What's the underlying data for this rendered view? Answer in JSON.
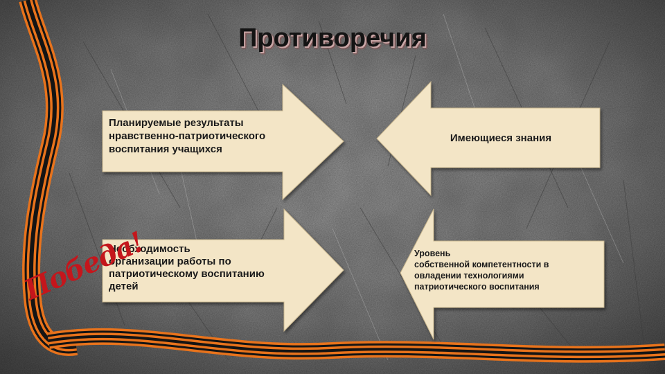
{
  "slide": {
    "title": "Противоречия",
    "logo_text": "Победа!",
    "colors": {
      "arrow_fill": "#f3e5c6",
      "arrow_stroke": "#c8b68e",
      "ribbon_orange": "#e8731c",
      "ribbon_black": "#141414",
      "logo_red": "#c4161c",
      "background": "#7e7e7e"
    }
  },
  "diagram": {
    "arrows": [
      {
        "id": "top-left",
        "direction": "right",
        "text": "Планируемые  результаты\nнравственно-патриотического\nвоспитания учащихся"
      },
      {
        "id": "top-right",
        "direction": "left",
        "text": "Имеющиеся знания"
      },
      {
        "id": "bottom-left",
        "direction": "right",
        "text": "Необходимость\nорганизации  работы по\nпатриотическому воспитанию\nдетей"
      },
      {
        "id": "bottom-right",
        "direction": "left",
        "text": "Уровень\nсобственной  компетентности в\nовладении технологиями\nпатриотического воспитания"
      }
    ]
  }
}
